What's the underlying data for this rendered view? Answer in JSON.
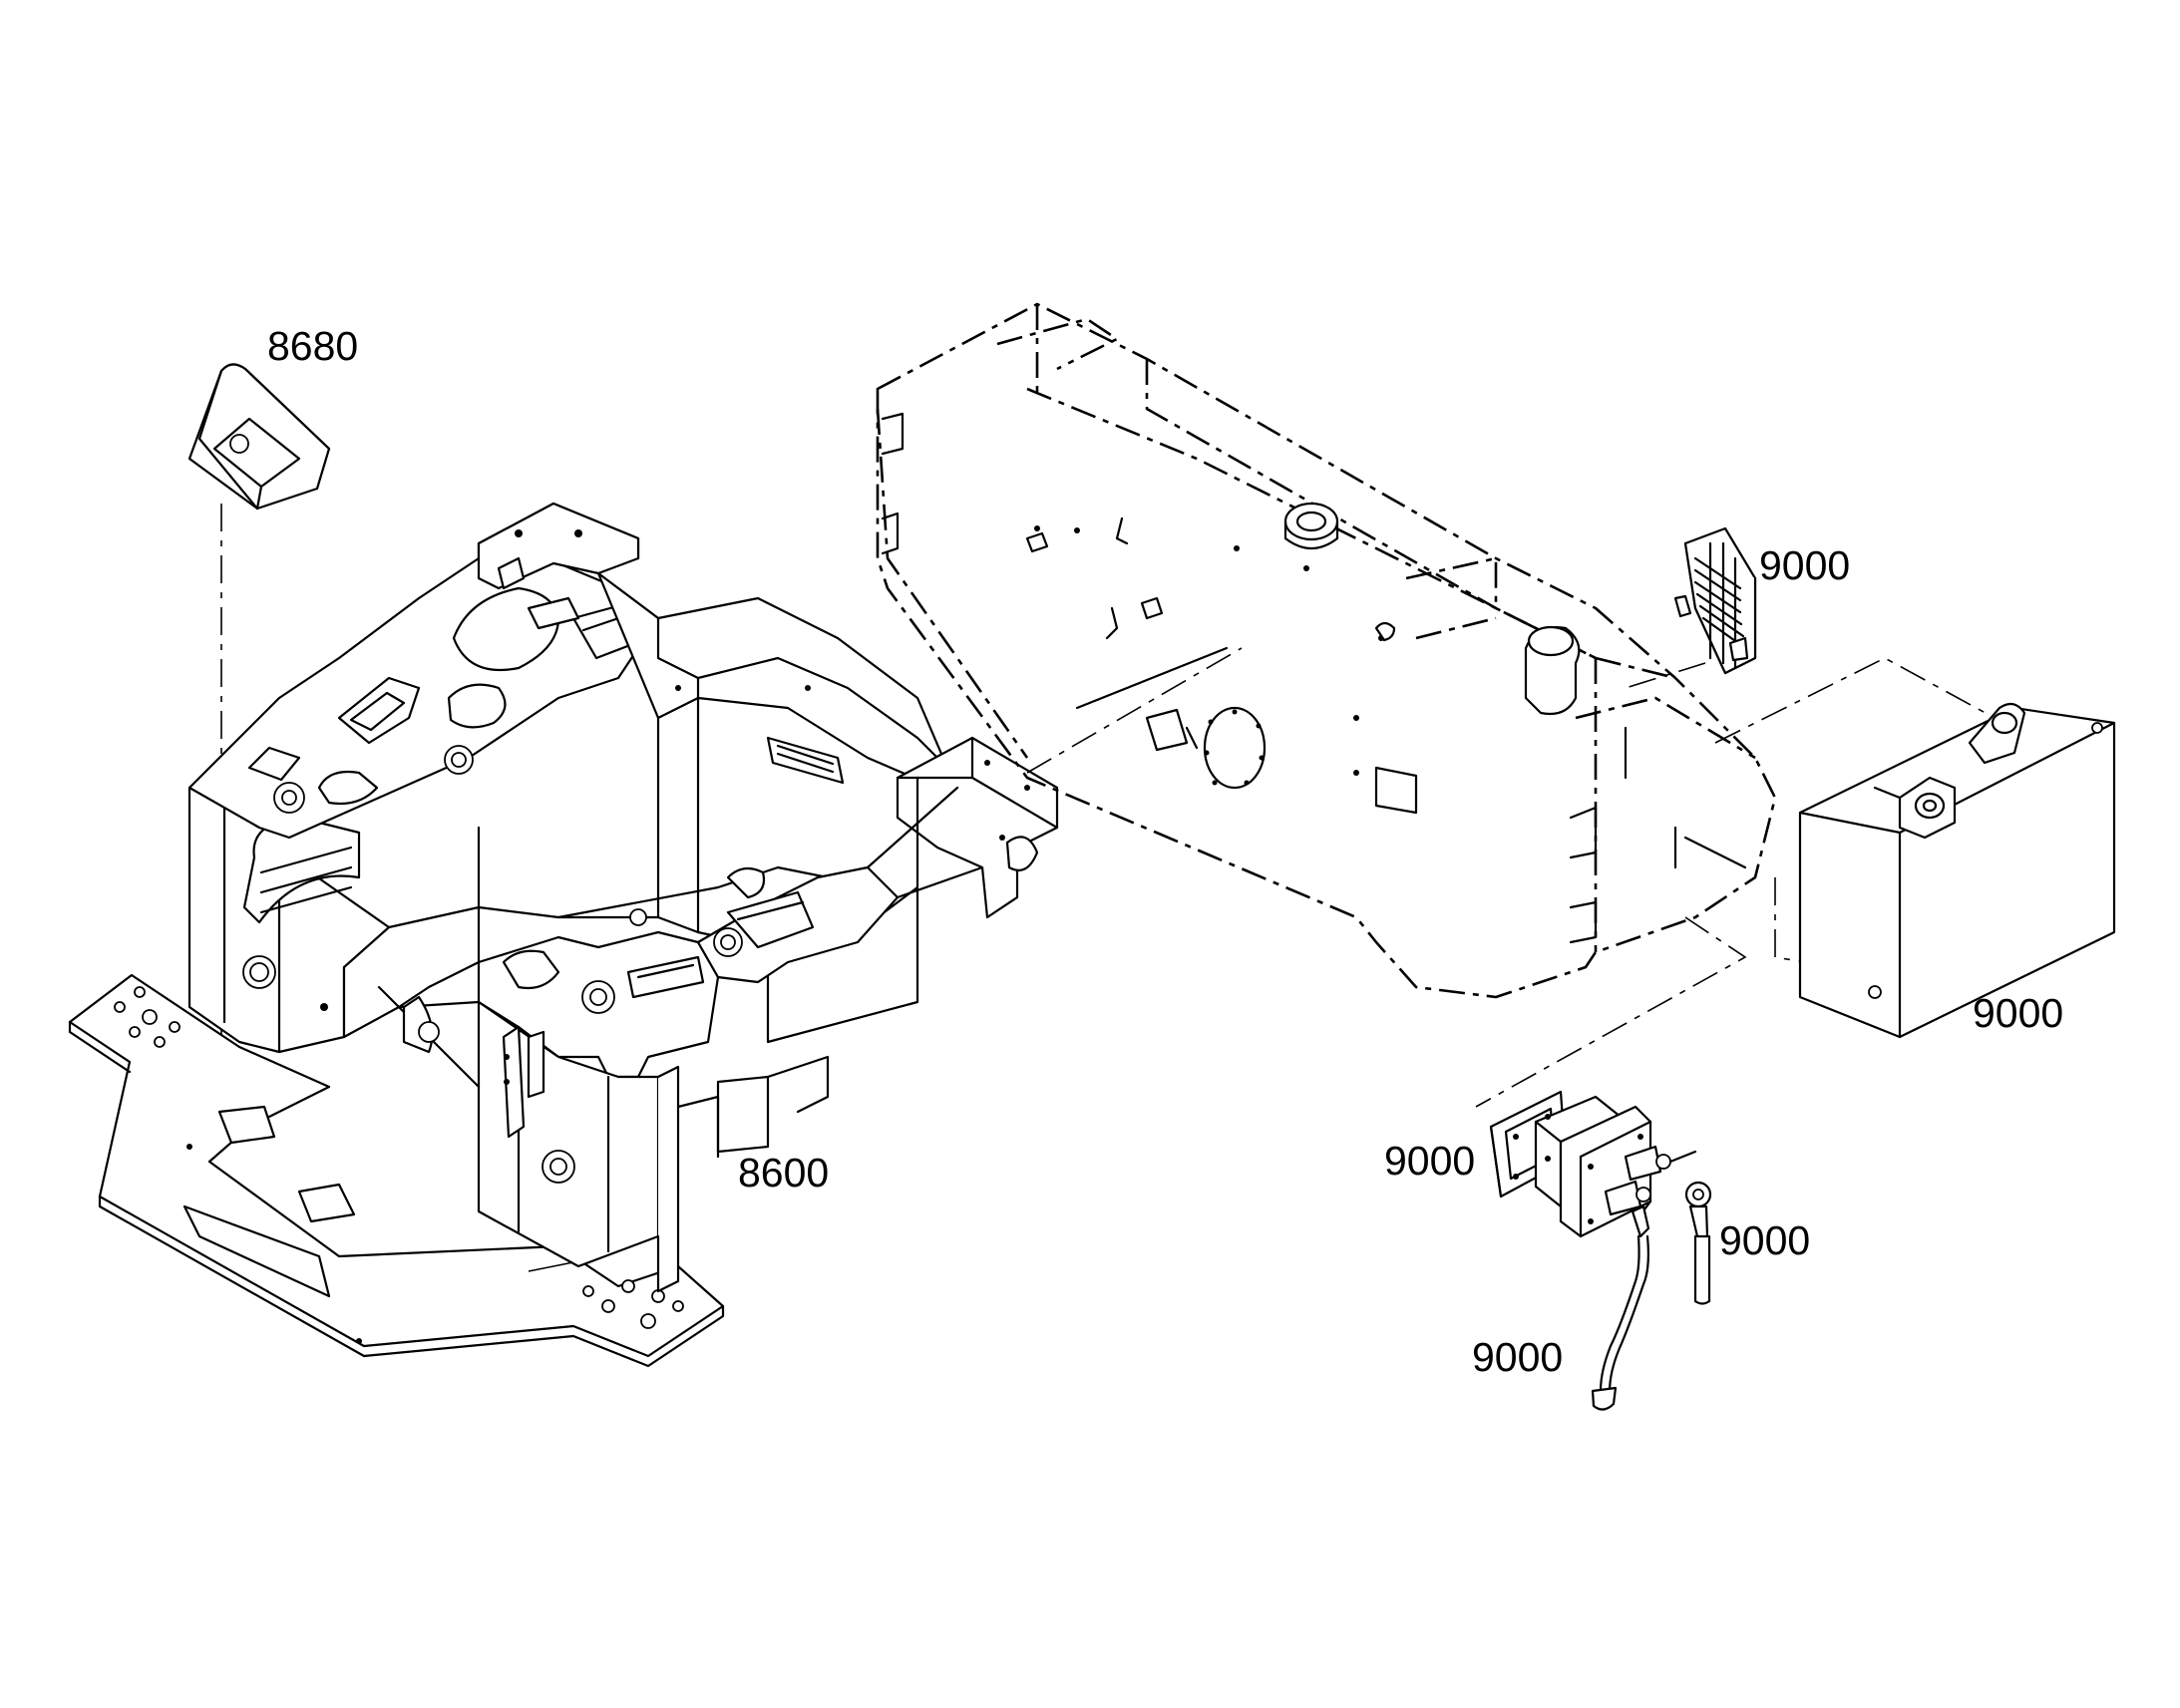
{
  "callouts": {
    "part_8680": "8680",
    "part_8600": "8600",
    "part_9000_relay": "9000",
    "part_9000_box": "9000",
    "part_9000_switch": "9000",
    "part_9000_terminal": "9000",
    "part_9000_cable": "9000"
  },
  "colors": {
    "line": "#000000",
    "background": "#ffffff"
  }
}
